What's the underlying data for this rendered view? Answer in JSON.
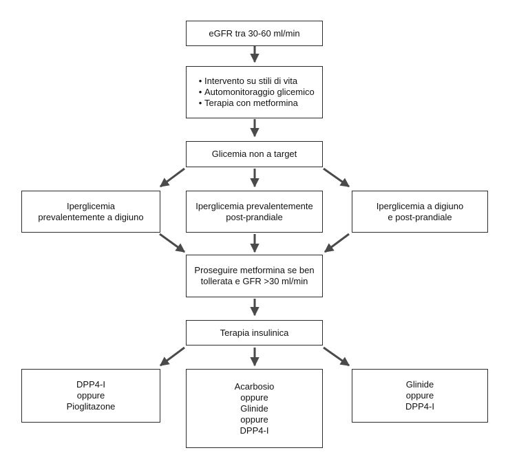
{
  "colors": {
    "stroke": "#2b2b2b",
    "arrow": "#4a4a4a",
    "background": "#ffffff"
  },
  "nodes": {
    "egfr": {
      "lines": [
        "eGFR tra 30-60 ml/min"
      ]
    },
    "lifestyle": {
      "bullets": [
        "Intervento su stili di vita",
        "Automonitoraggio glicemico",
        "Terapia con metformina"
      ]
    },
    "glicemia": {
      "lines": [
        "Glicemia non a target"
      ]
    },
    "fasting": {
      "lines": [
        "Iperglicemia",
        "prevalentemente a digiuno"
      ]
    },
    "postprandial": {
      "lines": [
        "Iperglicemia prevalentemente",
        "post-prandiale"
      ]
    },
    "both": {
      "lines": [
        "Iperglicemia a digiuno",
        "e post-prandiale"
      ]
    },
    "metformin": {
      "lines": [
        "Proseguire metformina se ben",
        "tollerata e GFR >30 ml/min"
      ]
    },
    "insulin": {
      "lines": [
        "Terapia insulinica"
      ]
    },
    "opt_left": {
      "lines": [
        "DPP4-I",
        "oppure",
        "Pioglitazone"
      ]
    },
    "opt_center": {
      "lines": [
        "Acarbosio",
        "oppure",
        "Glinide",
        "oppure",
        "DPP4-I"
      ]
    },
    "opt_right": {
      "lines": [
        "Glinide",
        "oppure",
        "DPP4-I"
      ]
    }
  }
}
